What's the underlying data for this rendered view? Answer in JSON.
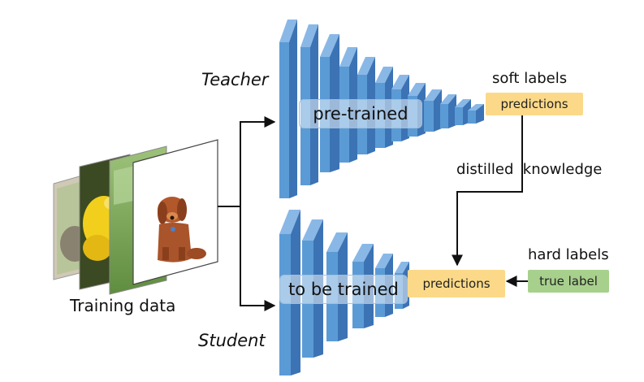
{
  "teacher_label": "Teacher",
  "student_label": "Student",
  "training_data_label": "Training data",
  "teacher_network_label": "pre-trained",
  "student_network_label": "to be trained",
  "soft_labels_label": "soft labels",
  "teacher_predictions_label": "predictions",
  "distilled_knowledge_label": "distilled  knowledge",
  "student_predictions_label": "predictions",
  "hard_labels_label": "hard labels",
  "true_label": "true label",
  "colors": {
    "layer_front": "#5b9bd5",
    "layer_side": "#3c73b4",
    "predictions_box": "#fbd989",
    "true_label_box": "#a8d08d",
    "arrow": "#111111"
  },
  "icons": {
    "training_images": "photo-stack-icon",
    "dog_image": "puppy-photo-icon"
  }
}
